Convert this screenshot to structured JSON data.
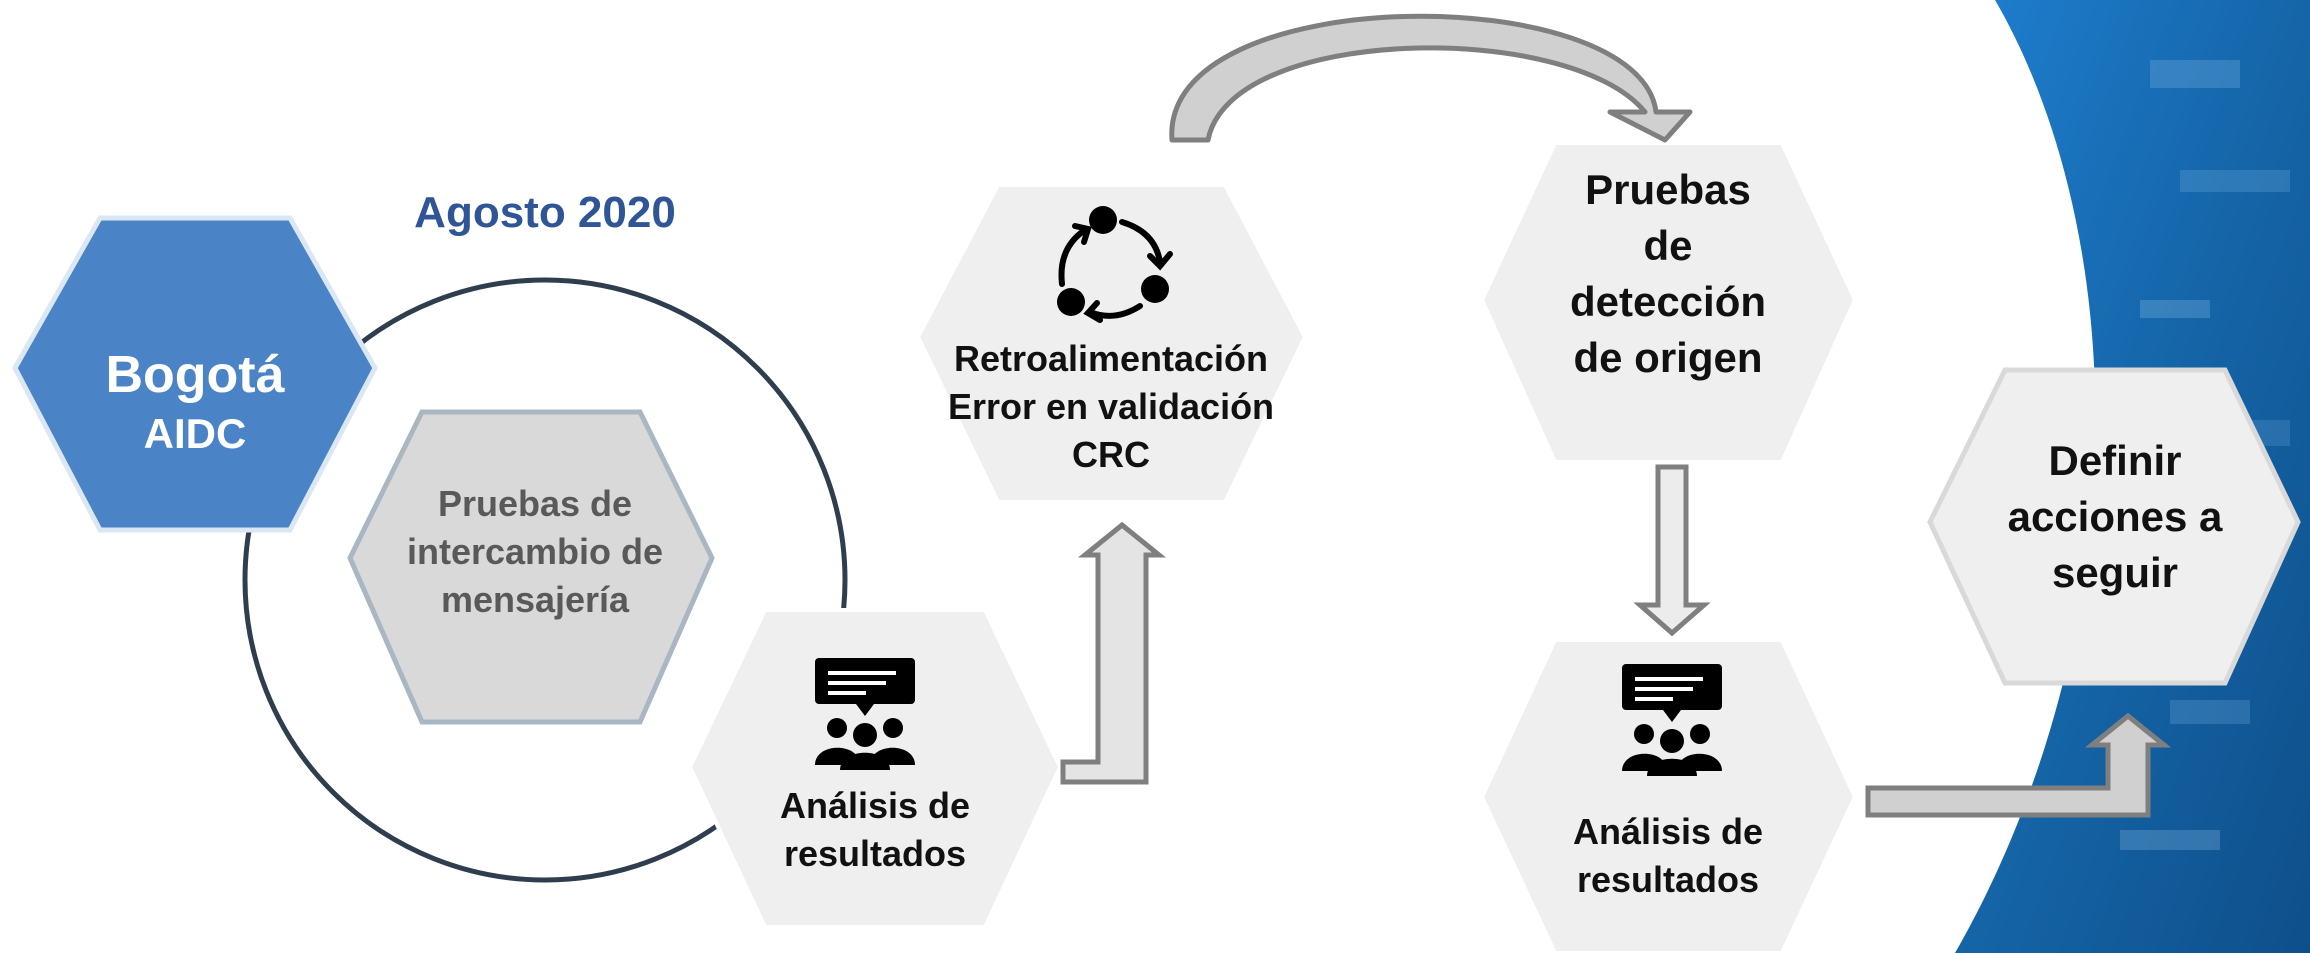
{
  "diagram": {
    "date_label": "Agosto 2020",
    "start": {
      "title": "Bogotá",
      "subtitle": "AIDC"
    },
    "exchange": {
      "line1": "Pruebas de",
      "line2": "intercambio de",
      "line3": "mensajería"
    },
    "analysis1": {
      "line1": "Análisis de",
      "line2": "resultados",
      "icon": "meeting-icon"
    },
    "feedback": {
      "line1": "Retroalimentación",
      "line2": "Error en validación",
      "line3": "CRC",
      "icon": "cycle-icon"
    },
    "origin": {
      "line1": "Pruebas",
      "line2": "de",
      "line3": "detección",
      "line4": "de origen"
    },
    "analysis2": {
      "line1": "Análisis de",
      "line2": "resultados",
      "icon": "meeting-icon"
    },
    "actions": {
      "line1": "Definir",
      "line2": "acciones a",
      "line3": "seguir"
    }
  },
  "colors": {
    "start_fill": "#4a84c6",
    "exchange_fill": "#d9d9d9",
    "step_fill": "#efefef",
    "circle_stroke": "#2f3e4f",
    "arrow_fill": "#d0d0d0",
    "arrow_stroke": "#7f7f7f",
    "brand_blue": "#1f6fb5",
    "title_blue": "#2f5597"
  }
}
